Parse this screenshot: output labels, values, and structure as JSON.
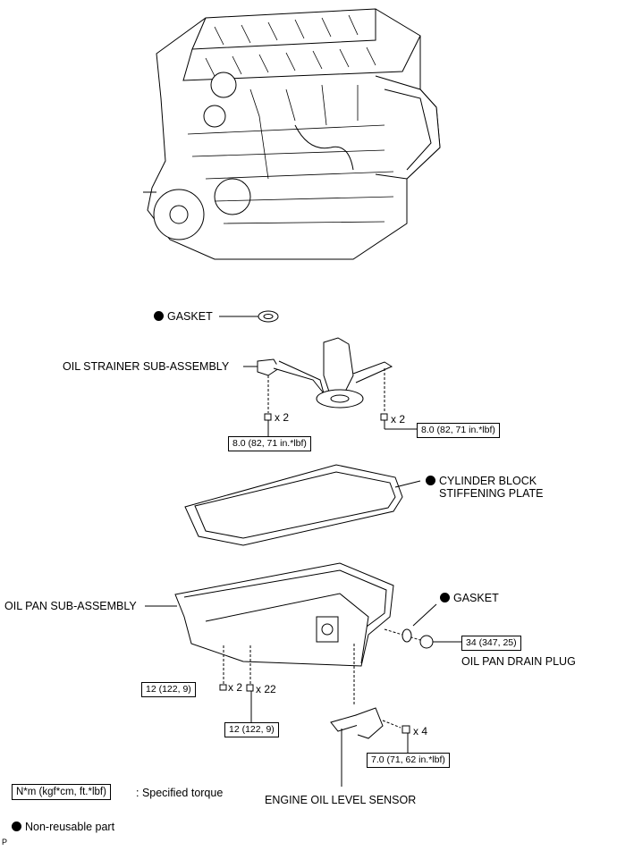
{
  "parts": {
    "gasket_top": "GASKET",
    "oil_strainer": "OIL STRAINER SUB-ASSEMBLY",
    "stiffening_line1": "CYLINDER BLOCK",
    "stiffening_line2": "STIFFENING PLATE",
    "oil_pan": "OIL PAN SUB-ASSEMBLY",
    "gasket_drain": "GASKET",
    "drain_plug": "OIL PAN DRAIN PLUG",
    "level_sensor": "ENGINE OIL LEVEL SENSOR"
  },
  "torques": {
    "strainer_left": "8.0 (82, 71 in.*lbf)",
    "strainer_right": "8.0 (82, 71 in.*lbf)",
    "drain_plug": "34 (347, 25)",
    "pan_left": "12 (122, 9)",
    "pan_bottom": "12 (122, 9)",
    "sensor": "7.0 (71, 62 in.*lbf)"
  },
  "quantities": {
    "strainer_left": "x 2",
    "strainer_right": "x 2",
    "pan_left": "x 2",
    "pan_bottom": "x 22",
    "sensor": "x 4"
  },
  "legend": {
    "torque_unit": "N*m (kgf*cm, ft.*lbf)",
    "torque_desc": ": Specified torque",
    "non_reusable": "Non-reusable part"
  },
  "corner_code": "P"
}
